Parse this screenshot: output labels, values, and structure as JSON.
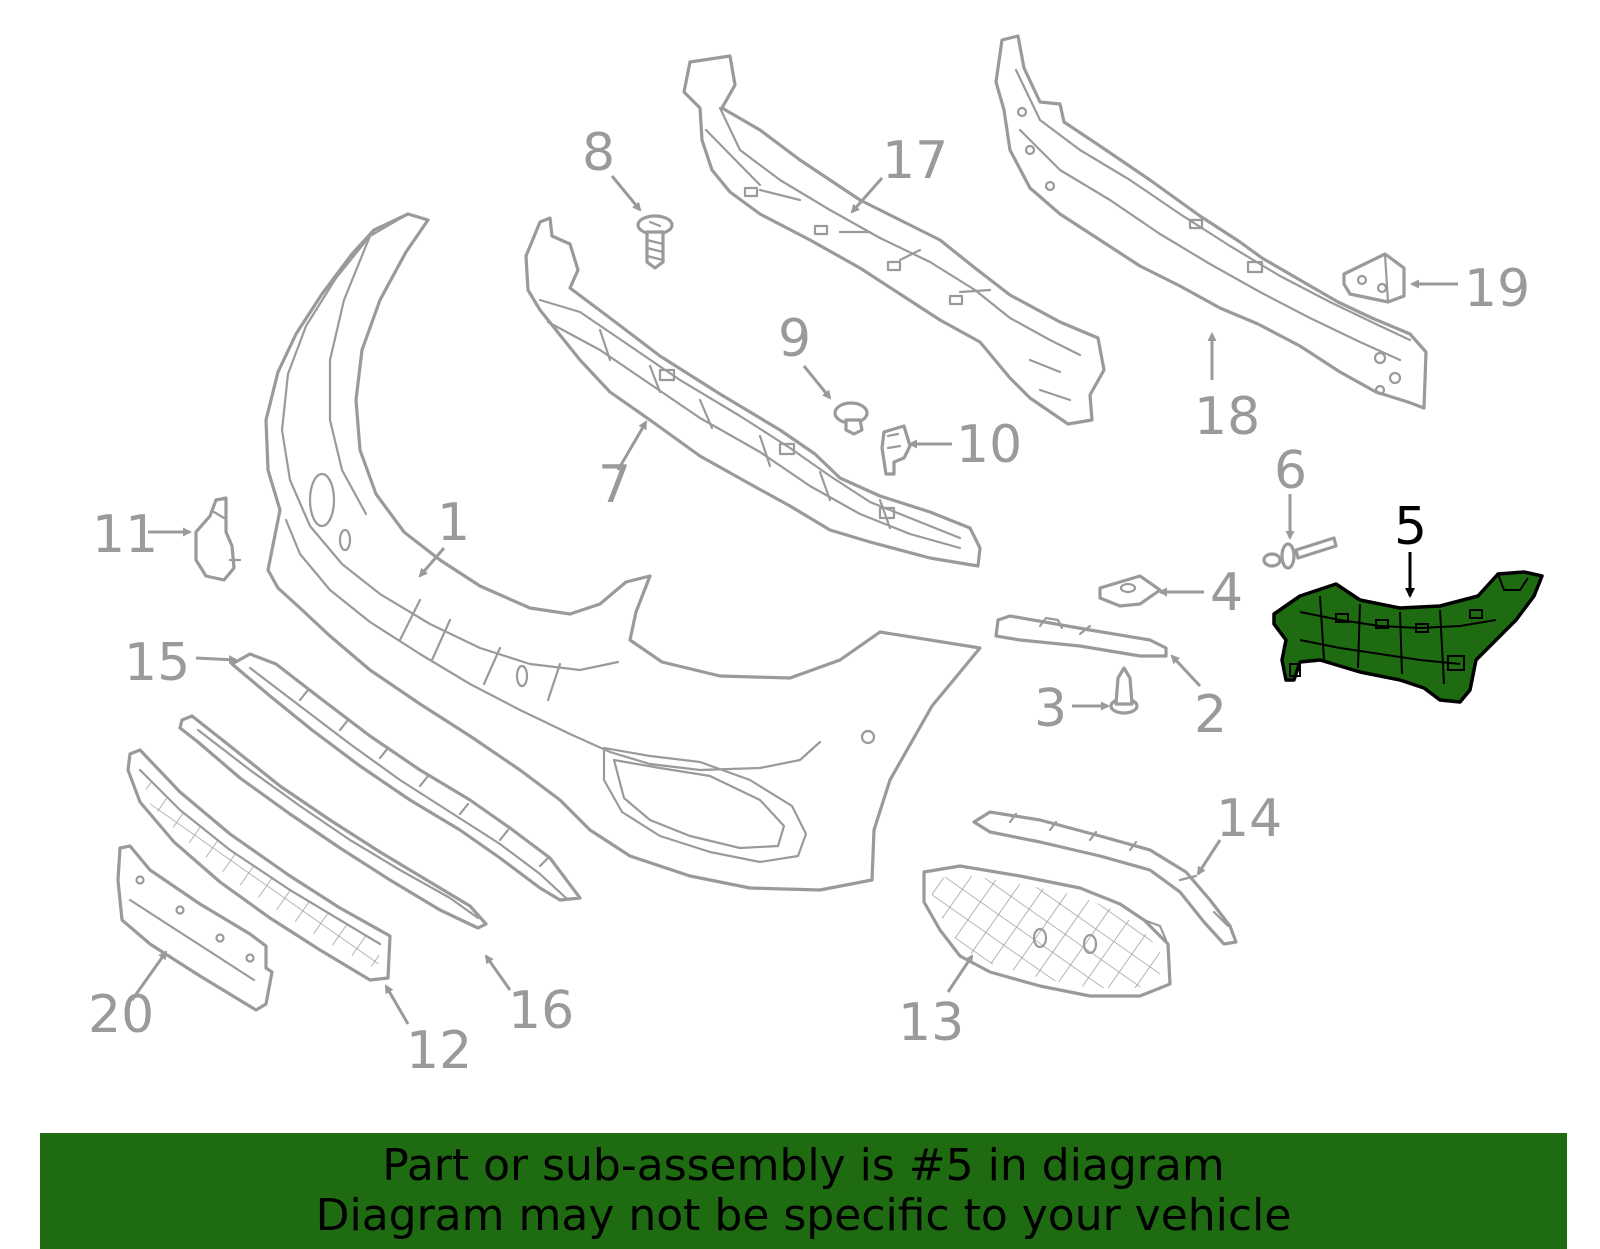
{
  "colors": {
    "part_line": "#9a9a9a",
    "highlight_fill": "#1f6b12",
    "highlight_outline": "#000000",
    "banner_bg": "#1f6b12",
    "banner_text": "#000000",
    "page_bg": "#ffffff"
  },
  "highlighted_part": "5",
  "callouts": [
    "1",
    "2",
    "3",
    "4",
    "5",
    "6",
    "7",
    "8",
    "9",
    "10",
    "11",
    "12",
    "13",
    "14",
    "15",
    "16",
    "17",
    "18",
    "19",
    "20"
  ],
  "banner": {
    "line1": "Part or sub-assembly is #5 in diagram",
    "line2": "Diagram may not be specific to your vehicle"
  }
}
